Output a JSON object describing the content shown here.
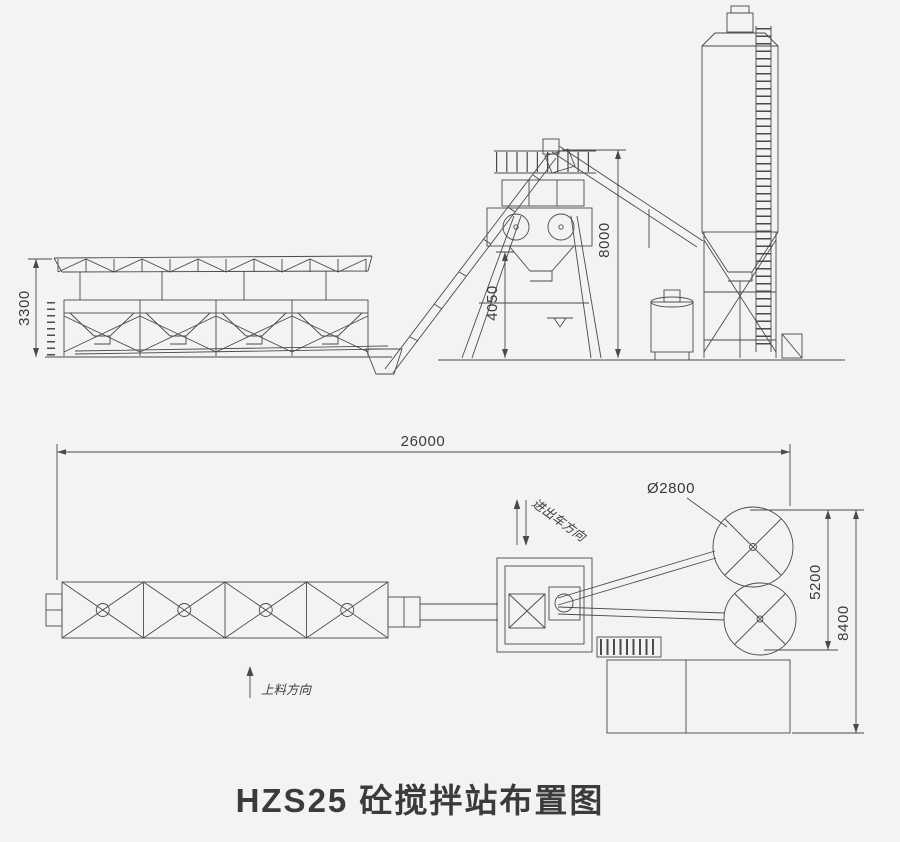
{
  "page": {
    "background": "#f3f3f1",
    "title": "HZS25 砼搅拌站布置图"
  },
  "colors": {
    "line": "#4a4a4a",
    "text": "#3a3a3a"
  },
  "elevation_view": {
    "dim_batcher_height": "3300",
    "dim_mixer_discharge_height": "4050",
    "dim_silo_feed_height": "8000"
  },
  "plan_view": {
    "dim_total_length": "26000",
    "dim_silo_diameter": "Ø2800",
    "dim_mixer_zone_width": "5200",
    "dim_total_width": "8400",
    "label_vehicle_direction": "进出车方向",
    "label_feed_direction": "上料方向"
  }
}
